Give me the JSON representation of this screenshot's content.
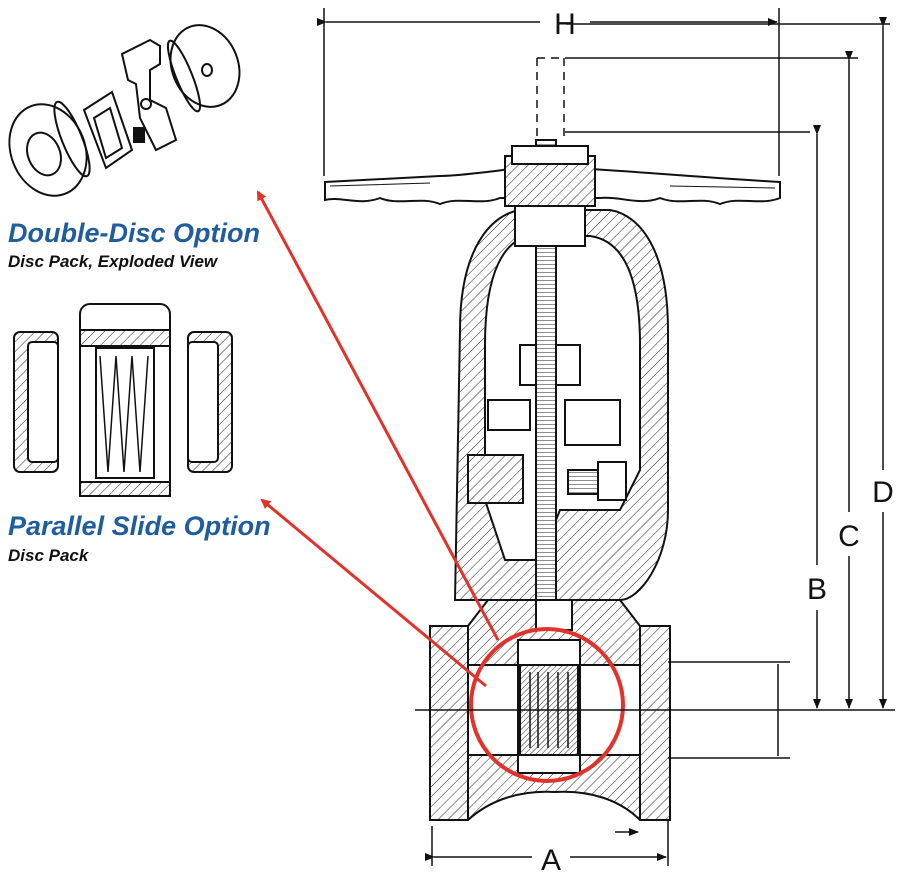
{
  "captions": {
    "double_disc_title": "Double-Disc Option",
    "double_disc_sub": "Disc Pack, Exploded View",
    "parallel_title": "Parallel Slide Option",
    "parallel_sub": "Disc Pack"
  },
  "dimensions": {
    "h": "H",
    "a": "A",
    "b": "B",
    "c": "C",
    "d": "D"
  },
  "colors": {
    "caption_blue": "#1f5d9c",
    "arrow_red": "#e0332b",
    "line": "#111111"
  }
}
